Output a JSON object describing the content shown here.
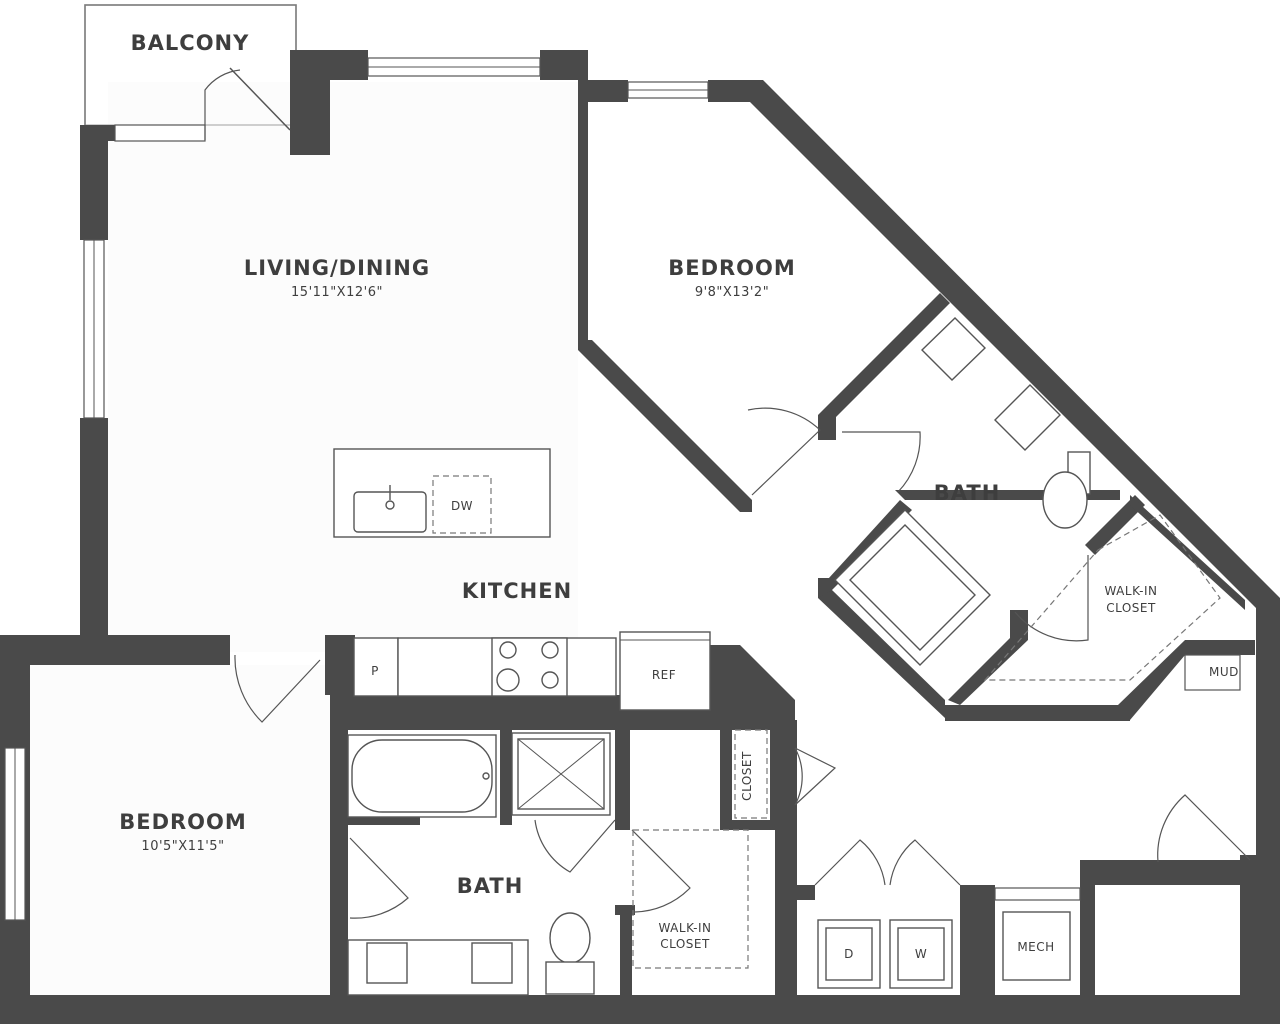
{
  "rooms": {
    "balcony": {
      "name": "BALCONY"
    },
    "living_dining": {
      "name": "LIVING/DINING",
      "size": "15'11\"X12'6\""
    },
    "bedroom_1": {
      "name": "BEDROOM",
      "size": "9'8\"X13'2\""
    },
    "bath_1": {
      "name": "BATH"
    },
    "walkin_closet_1": {
      "line1": "WALK-IN",
      "line2": "CLOSET"
    },
    "kitchen": {
      "name": "KITCHEN"
    },
    "bedroom_2": {
      "name": "BEDROOM",
      "size": "10'5\"X11'5\""
    },
    "bath_2": {
      "name": "BATH"
    },
    "walkin_closet_2": {
      "line1": "WALK-IN",
      "line2": "CLOSET"
    },
    "closet": {
      "name": "CLOSET"
    },
    "mud": {
      "name": "MUD"
    },
    "mech": {
      "name": "MECH"
    }
  },
  "appliances": {
    "dishwasher": "DW",
    "pantry": "P",
    "refrigerator": "REF",
    "dryer": "D",
    "washer": "W"
  },
  "colors": {
    "wall": "#4a4a4a",
    "line": "#555555",
    "text": "#3e3e3e"
  }
}
